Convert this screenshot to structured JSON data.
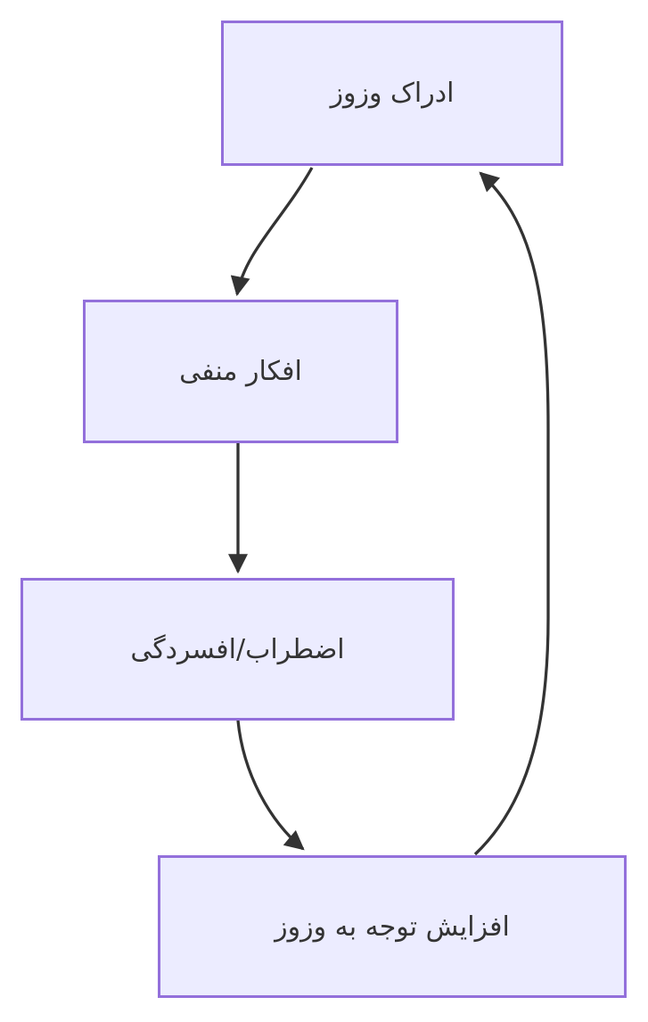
{
  "diagram": {
    "type": "flowchart",
    "language": "Persian (Farsi), RTL",
    "topic": "Tinnitus vicious-cycle model",
    "nodes": [
      {
        "id": "A",
        "label": "ادراک وزوز"
      },
      {
        "id": "B",
        "label": "افکار منفی"
      },
      {
        "id": "C",
        "label": "اضطراب/افسردگی"
      },
      {
        "id": "D",
        "label": "افزایش توجه به وزوز"
      }
    ],
    "edges": [
      {
        "from": "A",
        "to": "B",
        "style": "curved-left-down"
      },
      {
        "from": "B",
        "to": "C",
        "style": "straight-down"
      },
      {
        "from": "C",
        "to": "D",
        "style": "curved-right-down"
      },
      {
        "from": "D",
        "to": "A",
        "style": "long-curve-up-right-side"
      }
    ],
    "colors": {
      "node_fill": "#ECECFF",
      "node_border": "#9370DB",
      "edge": "#333333",
      "text": "#333333",
      "background": "#FFFFFF"
    }
  }
}
